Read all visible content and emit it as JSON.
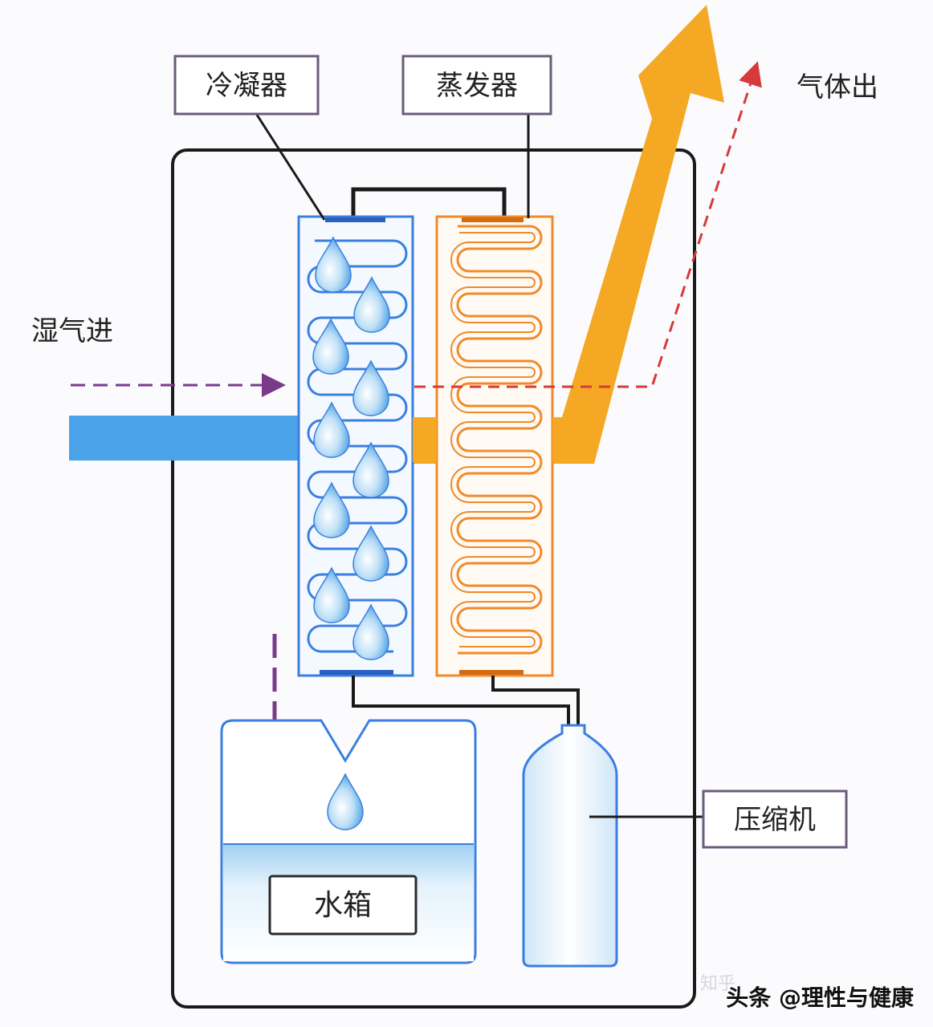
{
  "labels": {
    "condenser": "冷凝器",
    "evaporator": "蒸发器",
    "gas_out": "气体出",
    "humid_in": "湿气进",
    "compressor": "压缩机",
    "water_tank": "水箱"
  },
  "watermark": {
    "faint": "知乎",
    "main": "头条 @理性与健康"
  },
  "colors": {
    "outline": "#1a1a1a",
    "label_border": "#6b5b7b",
    "condenser_blue": "#3a7fe0",
    "evaporator_orange": "#f08a2a",
    "air_blue": "#4aa3e8",
    "air_orange": "#f5a823",
    "dashed_purple": "#7a3a8a",
    "dashed_red": "#d63a3a",
    "water_light": "#d6ecfb"
  }
}
